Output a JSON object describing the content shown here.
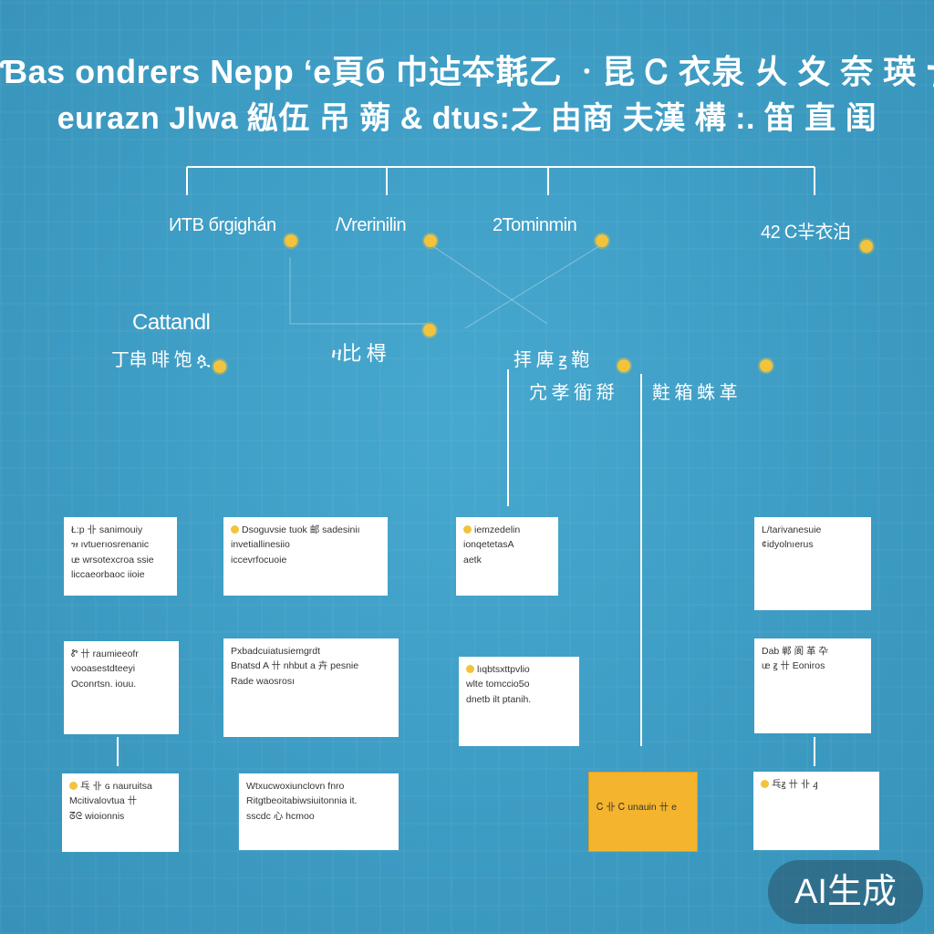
{
  "title": {
    "line1": "Ɓas ondrers Nepp ʻе頁б 巾迠夲㲨乙 ㆍ昆 Ꮯ 衣泉 乆 夊 奈 瑛 ⁊",
    "line2": "eurazn Jlwa 紭伍 吊 蒴 & dtus:之 由商 夫漢 構 :. 笛 直 闺"
  },
  "nodes": [
    {
      "label": "ИТВ бrgighán"
    },
    {
      "label": "/Vrеrinilin"
    },
    {
      "label": "2Tominmin"
    },
    {
      "label": "42 Ꮯ⺸衣泊"
    }
  ],
  "branches": [
    {
      "label_line1": "Cattandl",
      "label_line2": "丁串 啡 饱 ጷ"
    },
    {
      "label_line1": "ዛ比 棏"
    },
    {
      "label_line1": "拝 庳 ꙃ 鞄 ",
      "label_line2": "宂 孝 衜 搿"
    },
    {
      "label_line1": "黈 箱 蛛 革"
    }
  ],
  "cards": [
    {
      "lines": [
        "Ł:p 卝 sanimouiy",
        "ዝ ıvtuerıosrenanic",
        "ᵫ wrsotexcroa ssie",
        "liccaeorbaoc iioie"
      ]
    },
    {
      "lines": [
        "Dsoguvsie tuok 邮 sadesiniı",
        "invetiallinesiio",
        "iccevrfocuoie"
      ]
    },
    {
      "lines": [
        "iemzedelin",
        "ionqetetasA",
        "aetk"
      ]
    },
    {
      "lines": [
        "L/tarivanesuie",
        "¢idyolnıerus"
      ]
    },
    {
      "lines": [
        "Ꮡ 卄 raumieeofr",
        "vooasestdteeyi",
        "Oconrtsn. iouu."
      ]
    },
    {
      "lines": [
        "Pxbadcuiatusiemgrdt",
        "Bnatsd A 卄 nhbut a 卉 pesnie",
        "Rade waosrosı"
      ]
    },
    {
      "lines": [
        "lıqbtsxttpvlio",
        "wlte tomccio5o",
        "dnetb ilt ptanih."
      ]
    },
    {
      "lines": [
        "Dab 郸 阆 革 卆",
        "ᵫ ꙃ 卄 Eoniros"
      ]
    },
    {
      "lines": [
        "乓 卝 ɢ nauruitsa",
        "Mcitivalovtua 卄",
        "ᘔᘓ wioionnis"
      ]
    },
    {
      "lines": [
        "Wtxucwoxiunclovn fnro",
        "Ritgtbeoitabiwsiuitonnia it.",
        "sscdc 心 hcmoo"
      ]
    },
    {
      "lines": [
        "Ꮯ 卝 Ꮯ unauin 卄 e"
      ]
    },
    {
      "lines": [
        "乓ꙃ 卄 卝 ꜭ"
      ]
    }
  ],
  "watermark": "AI生成",
  "colors": {
    "background": "#3f9fc6",
    "dot": "#f2c33d",
    "accent_card": "#f4b42e",
    "card": "#ffffff",
    "line": "#ffffff"
  }
}
